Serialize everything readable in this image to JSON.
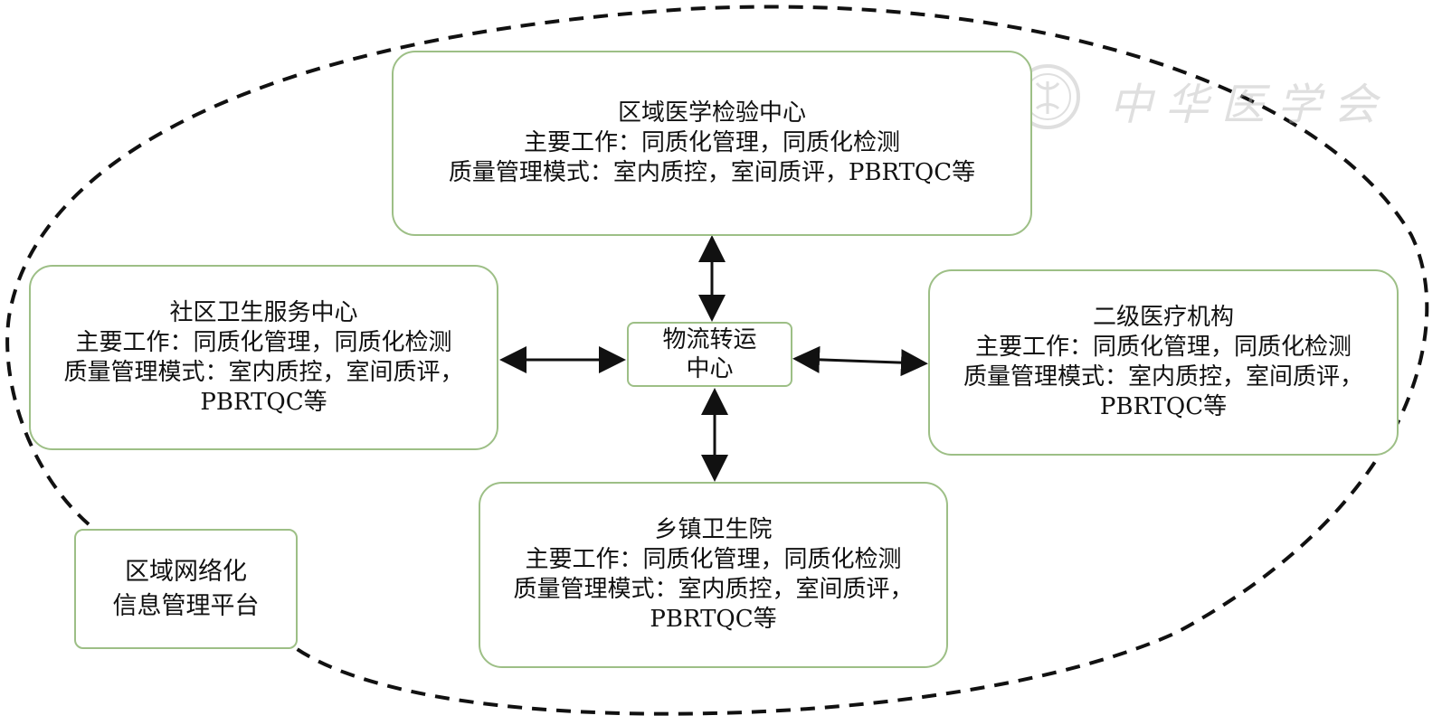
{
  "diagram": {
    "nodes": {
      "top": {
        "title": "区域医学检验中心",
        "line1": "主要工作：同质化管理，同质化检测",
        "line2": "质量管理模式：室内质控，室间质评，PBRTQC等"
      },
      "left": {
        "title": "社区卫生服务中心",
        "line1": "主要工作：同质化管理，同质化检测",
        "line2": "质量管理模式：室内质控，室间质评，",
        "line3": "PBRTQC等"
      },
      "right": {
        "title": "二级医疗机构",
        "line1": "主要工作：同质化管理，同质化检测",
        "line2": "质量管理模式：室内质控，室间质评，",
        "line3": "PBRTQC等"
      },
      "bottom": {
        "title": "乡镇卫生院",
        "line1": "主要工作：同质化管理，同质化检测",
        "line2": "质量管理模式：室内质控，室间质评，",
        "line3": "PBRTQC等"
      },
      "center": {
        "line1": "物流转运",
        "line2": "中心"
      },
      "platform": {
        "line1": "区域网络化",
        "line2": "信息管理平台"
      }
    },
    "edges": [
      {
        "from": "center",
        "to": "top",
        "direction": "both"
      },
      {
        "from": "center",
        "to": "left",
        "direction": "both"
      },
      {
        "from": "center",
        "to": "right",
        "direction": "both"
      },
      {
        "from": "center",
        "to": "bottom",
        "direction": "both"
      }
    ],
    "colors": {
      "box_border": "#9dbf86",
      "arrow": "#111111",
      "dashed_ellipse": "#111111",
      "watermark": "#b9b9b9"
    }
  },
  "watermark": {
    "text": "中华医学会",
    "seal": "logo"
  }
}
